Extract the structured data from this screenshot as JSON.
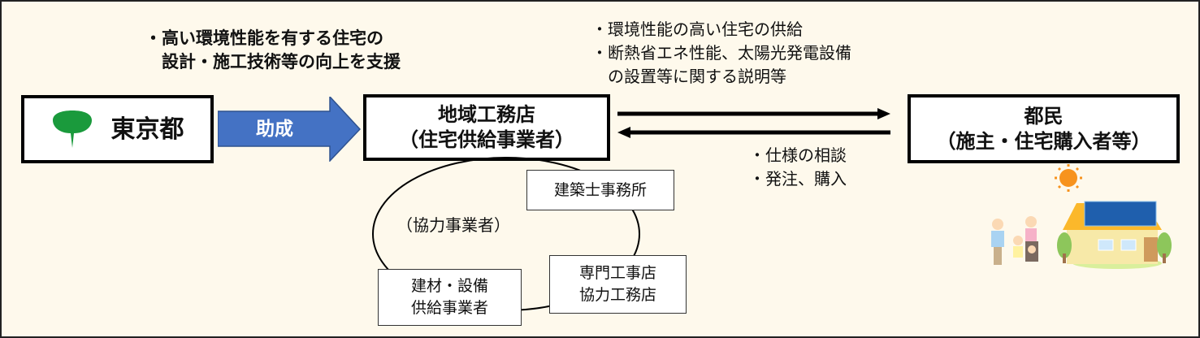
{
  "support_note": [
    "・高い環境性能を有する住宅の",
    "　設計・施工技術等の向上を支援"
  ],
  "tokyo": {
    "label": "東京都",
    "logo": "tokyo-ginkgo-logo"
  },
  "grant_arrow": {
    "label": "助成",
    "color": "#4472c4"
  },
  "builder": {
    "line1": "地域工務店",
    "line2": "（住宅供給事業者）"
  },
  "citizens": {
    "line1": "都民",
    "line2": "（施主・住宅購入者等）"
  },
  "supply_notes": [
    "・環境性能の高い住宅の供給",
    "・断熱省エネ性能、太陽光発電設備",
    "　の設置等に関する説明等"
  ],
  "request_notes": [
    "・仕様の相談",
    "・発注、購入"
  ],
  "partners": {
    "label": "（協力事業者）",
    "architect": "建築士事務所",
    "contractors": [
      "専門工事店",
      "協力工務店"
    ],
    "materials": [
      "建材・設備",
      "供給事業者"
    ]
  },
  "colors": {
    "background": "#fef9ec",
    "logo_green": "#1a9a3c"
  }
}
